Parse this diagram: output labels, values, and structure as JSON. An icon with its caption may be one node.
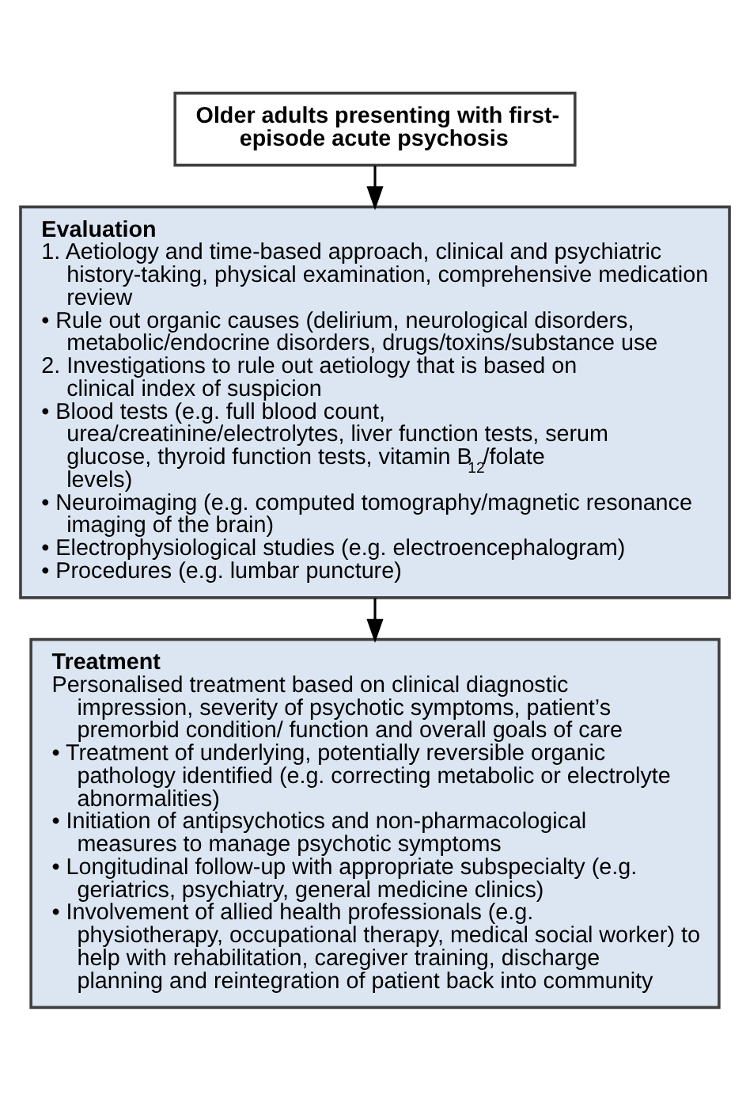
{
  "diagram": {
    "nodes": [
      {
        "text": [
          "Older adults presenting with first-episode acute psychosis"
        ]
      },
      {
        "text": [
          "Evaluation",
          "1. Aetiology and time-based approach, clinical and psychiatric history-taking, physical examination, comprehensive medication review",
          "• Rule out organic causes (delirium, neurological disorders, metabolic/endocrine disorders, drugs/toxins/substance use",
          "2. Investigations to rule out aetiology that is based on clinical index of suspicion",
          "• Blood tests (e.g. full blood count, urea/creatinine/electrolytes, liver function tests, serum glucose, thyroid function tests, vitamin B$_{12}$/folate levels)",
          "• Neuroimaging (e.g. computed tomography/magnetic resonance imaging of the brain)",
          "• Electrophysiological studies (e.g. electroencephalogram)",
          "• Procedures (e.g. lumbar puncture)"
        ]
      },
      {
        "text": [
          "Treatment",
          "Personalised treatment based on clinical diagnostic impression, severity of psychotic symptoms, patient’s premorbid condition/ function and overall goals of care",
          "• Treatment of underlying, potentially reversible organic pathology identified (e.g. correcting metabolic or electrolyte abnormalities)",
          "• Initiation of antipsychotics and non-pharmacological measures to manage psychotic symptoms",
          "• Longitudinal follow-up with appropriate subspecialty (e.g. geriatrics, psychiatry, general medicine clinics)",
          "• Involvement of allied health professionals (e.g. physiotherapy, occupational therapy, medical social worker) to help with rehabilitation, caregiver training, discharge planning and reintegration of patient back into community"
        ]
      }
    ],
    "edges": [
      {
        "from": 0,
        "to": 1,
        "arrow": "to"
      },
      {
        "from": 1,
        "to": 2,
        "arrow": "to"
      }
    ]
  }
}
